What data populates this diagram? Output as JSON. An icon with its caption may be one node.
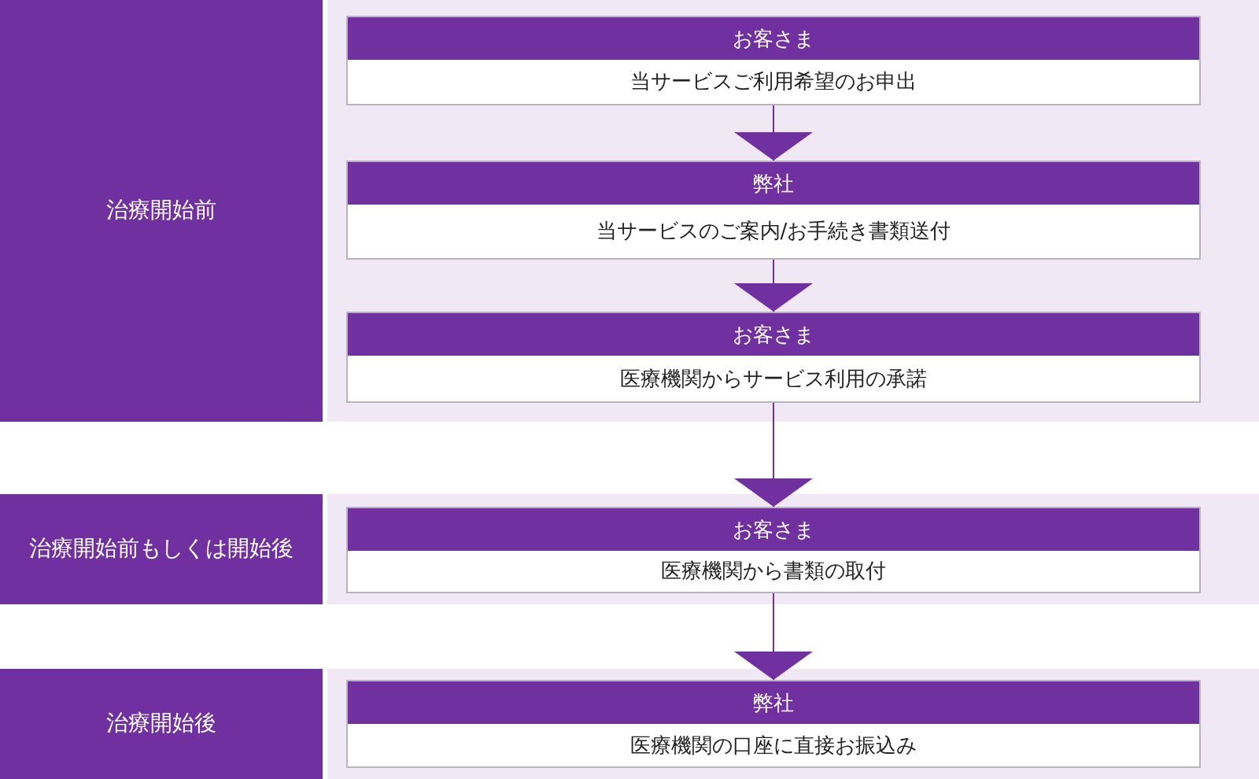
{
  "diagram": {
    "nodes": [
      {
        "text": [
          "治療開始前"
        ]
      },
      {
        "text": [
          "お客さま",
          "当サービスご利用希望のお申出"
        ],
        "in": 0
      },
      {
        "text": [
          "弊社",
          "当サービスのご案内/お手続き書類送付"
        ],
        "in": 0
      },
      {
        "text": [
          "お客さま",
          "医療機関からサービス利用の承諾"
        ],
        "in": 0
      },
      {
        "text": [
          "治療開始前もしくは開始後"
        ]
      },
      {
        "text": [
          "お客さま",
          "医療機関から書類の取付"
        ],
        "in": 4
      },
      {
        "text": [
          "治療開始後"
        ]
      },
      {
        "text": [
          "弊社",
          "医療機関の口座に直接お振込み"
        ],
        "in": 6
      }
    ],
    "edges": [
      {
        "from": 1,
        "to": 2,
        "arrow": "to"
      },
      {
        "from": 2,
        "to": 3,
        "arrow": "to"
      },
      {
        "from": 3,
        "to": 5,
        "arrow": "to"
      },
      {
        "from": 5,
        "to": 7,
        "arrow": "to"
      }
    ]
  }
}
